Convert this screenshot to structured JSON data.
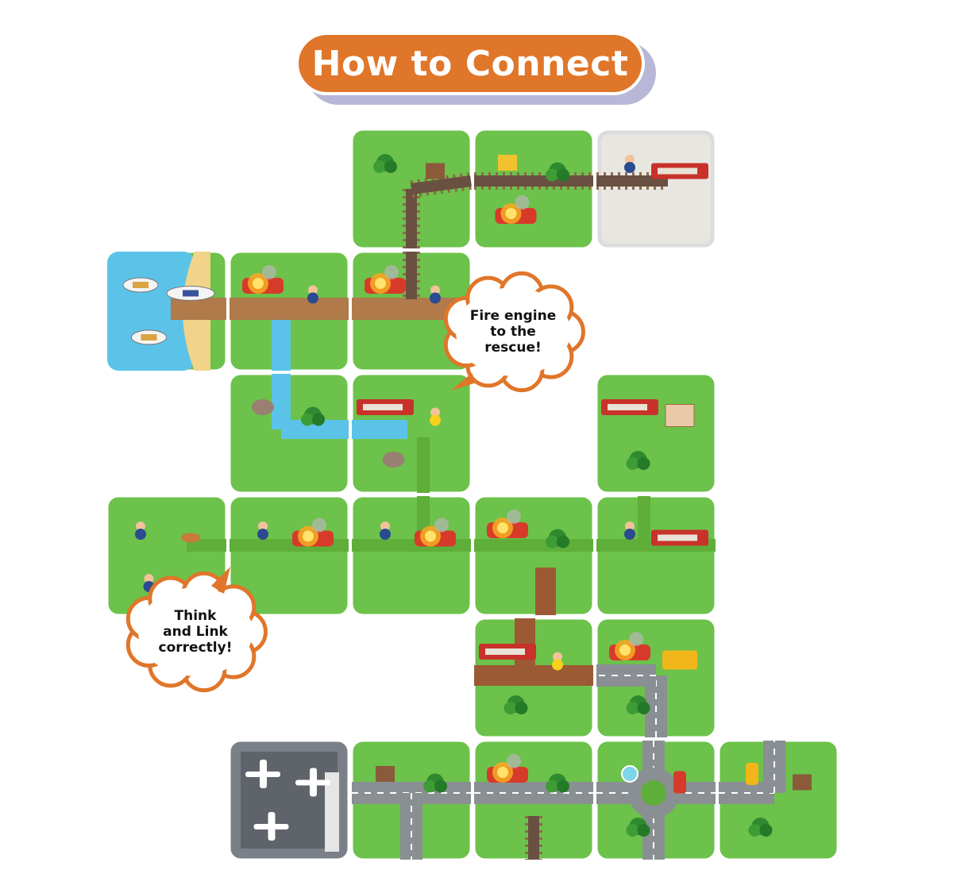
{
  "title": "How to Connect",
  "callouts": {
    "fire_engine": [
      "Fire engine",
      "to the",
      "rescue!"
    ],
    "think_link": [
      "Think",
      "and Link",
      "correctly!"
    ]
  },
  "colors": {
    "title_bg": "#e0762a",
    "title_shadow": "#b8b7d8",
    "grass": "#6cc24a",
    "road": "#8a8f94",
    "path": "#9b5a34",
    "water": "#5cc3e8",
    "fire": "#f5a623",
    "callout_border": "#e0762a"
  },
  "tiles": [
    {
      "row": 0,
      "col": 2,
      "type": "grass",
      "items": [
        "tree-icon",
        "house-icon"
      ],
      "features": [
        "rail-curve"
      ]
    },
    {
      "row": 0,
      "col": 3,
      "type": "grass",
      "items": [
        "tent-icon",
        "tree-icon",
        "fire-icon"
      ],
      "features": [
        "rail-h"
      ]
    },
    {
      "row": 0,
      "col": 4,
      "type": "plaza",
      "items": [
        "people-icon",
        "fire-engine-icon"
      ],
      "features": [
        "rail-end"
      ]
    },
    {
      "row": 1,
      "col": 0,
      "type": "harbor",
      "items": [
        "boat-icon",
        "ship-icon",
        "boat-icon"
      ],
      "features": []
    },
    {
      "row": 1,
      "col": 1,
      "type": "grass",
      "items": [
        "fire-icon",
        "person-icon"
      ],
      "features": [
        "boardwalk",
        "river-down"
      ]
    },
    {
      "row": 1,
      "col": 2,
      "type": "grass",
      "items": [
        "fire-icon",
        "person-icon"
      ],
      "features": [
        "boardwalk",
        "rail-v"
      ]
    },
    {
      "row": 2,
      "col": 1,
      "type": "grass",
      "items": [
        "rock-icon",
        "tree-icon"
      ],
      "features": [
        "river-corner"
      ]
    },
    {
      "row": 2,
      "col": 2,
      "type": "grass",
      "items": [
        "fire-engine-icon",
        "firefighter-icon",
        "rock-icon"
      ],
      "features": [
        "river-end",
        "trail-down"
      ]
    },
    {
      "row": 2,
      "col": 4,
      "type": "grass",
      "items": [
        "fire-engine-icon",
        "playground-icon",
        "tree-icon"
      ],
      "features": []
    },
    {
      "row": 3,
      "col": 0,
      "type": "grass",
      "items": [
        "person-icon",
        "dog-icon",
        "person-icon"
      ],
      "features": [
        "trail-end"
      ]
    },
    {
      "row": 3,
      "col": 1,
      "type": "grass",
      "items": [
        "person-icon",
        "fire-icon"
      ],
      "features": [
        "trail-h"
      ]
    },
    {
      "row": 3,
      "col": 2,
      "type": "grass",
      "items": [
        "person-icon",
        "fire-icon"
      ],
      "features": [
        "trail-cross"
      ]
    },
    {
      "row": 3,
      "col": 3,
      "type": "grass",
      "items": [
        "fire-icon",
        "bush-icon"
      ],
      "features": [
        "trail-h",
        "dirt-down"
      ]
    },
    {
      "row": 3,
      "col": 4,
      "type": "grass",
      "items": [
        "person-icon",
        "fire-engine-icon"
      ],
      "features": [
        "trail-t"
      ]
    },
    {
      "row": 4,
      "col": 3,
      "type": "grass",
      "items": [
        "fire-engine-icon",
        "firefighter-icon",
        "bush-icon"
      ],
      "features": [
        "dirt-t"
      ]
    },
    {
      "row": 4,
      "col": 4,
      "type": "grass",
      "items": [
        "fire-icon",
        "bulldozer-icon",
        "tree-icon"
      ],
      "features": [
        "road-corner"
      ]
    },
    {
      "row": 5,
      "col": 1,
      "type": "airport",
      "items": [
        "plane-icon",
        "plane-icon",
        "plane-icon"
      ],
      "features": []
    },
    {
      "row": 5,
      "col": 2,
      "type": "grass",
      "items": [
        "bench-icon",
        "bush-icon"
      ],
      "features": [
        "road-t"
      ]
    },
    {
      "row": 5,
      "col": 3,
      "type": "grass",
      "items": [
        "fire-icon",
        "bush-icon"
      ],
      "features": [
        "road-h",
        "rail-v-bottom"
      ]
    },
    {
      "row": 5,
      "col": 4,
      "type": "grass",
      "items": [
        "fountain-icon",
        "car-icon",
        "tree-icon"
      ],
      "features": [
        "roundabout"
      ]
    },
    {
      "row": 5,
      "col": 5,
      "type": "grass",
      "items": [
        "taxi-icon",
        "building-icon",
        "tree-icon"
      ],
      "features": [
        "road-corner-up"
      ]
    }
  ]
}
